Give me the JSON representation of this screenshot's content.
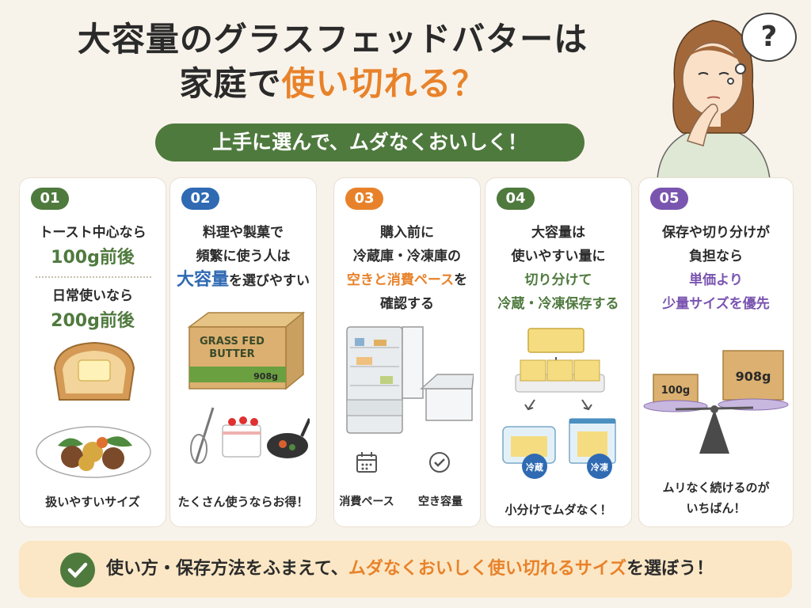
{
  "title": {
    "line1": "大容量のグラスフェッドバターは",
    "line2_prefix": "家庭で",
    "line2_accent": "使い切れる？"
  },
  "subtitle": "上手に選んで、ムダなくおいしく！",
  "thought_mark": "?",
  "colors": {
    "green": "#4f7a3e",
    "blue": "#2f6ab3",
    "orange": "#e8822a",
    "purple": "#7a55b0",
    "banner_bg": "#fbe7c5"
  },
  "cards": [
    {
      "badge": "01",
      "line1": "トースト中心なら",
      "line2": "100g前後",
      "line3": "日常使いなら",
      "line4": "200g前後",
      "footer": "扱いやすいサイズ"
    },
    {
      "badge": "02",
      "line1": "料理や製菓で",
      "line2": "頻繁に使う人は",
      "line3_accent": "大容量",
      "line3_rest": "を選びやすい",
      "box_line1": "GRASS FED",
      "box_line2": "BUTTER",
      "box_weight": "908g",
      "footer": "たくさん使うならお得！"
    },
    {
      "badge": "03",
      "line1": "購入前に",
      "line2": "冷蔵庫・冷凍庫の",
      "line3_accent": "空きと消費ペース",
      "line3_rest": "を",
      "line4": "確認する",
      "icon1_label": "消費ペース",
      "icon2_label": "空き容量"
    },
    {
      "badge": "04",
      "line1": "大容量は",
      "line2": "使いやすい量に",
      "line3": "切り分けて",
      "line4": "冷蔵・冷凍保存する",
      "tag1": "冷蔵",
      "tag2": "冷凍",
      "footer": "小分けでムダなく！"
    },
    {
      "badge": "05",
      "line1": "保存や切り分けが",
      "line2": "負担なら",
      "line3": "単価より",
      "line4": "少量サイズを優先",
      "small_box": "100g",
      "large_box": "908g",
      "footer1": "ムリなく続けるのが",
      "footer2": "いちばん！"
    }
  ],
  "banner": {
    "prefix": "使い方・保存方法をふまえて、",
    "accent": "ムダなくおいしく使い切れるサイズ",
    "suffix": "を選ぼう！"
  }
}
